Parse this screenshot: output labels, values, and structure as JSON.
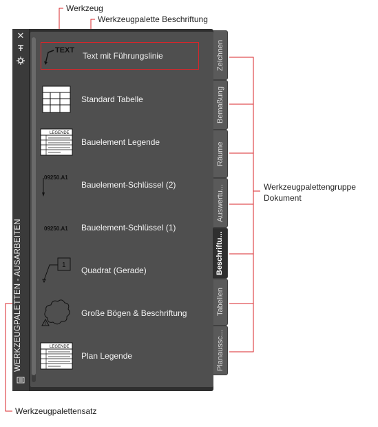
{
  "annotations": {
    "werkzeug": "Werkzeug",
    "palette": "Werkzeugpalette Beschriftung",
    "group_line1": "Werkzeugpalettengruppe",
    "group_line2": "Dokument",
    "set": "Werkzeugpalettensatz"
  },
  "palette": {
    "title": "WERKZEUGPALETTEN - AUSARBEITEN",
    "tools": [
      {
        "label": "Text mit Führungslinie",
        "icon": "leader-text-icon",
        "icon_text": "TEXT"
      },
      {
        "label": "Standard Tabelle",
        "icon": "table-icon"
      },
      {
        "label": "Bauelement Legende",
        "icon": "legend-icon",
        "icon_text": "LEGENDE"
      },
      {
        "label": "Bauelement-Schlüssel (2)",
        "icon": "keynote-leader-icon",
        "icon_text": "09250.A1"
      },
      {
        "label": "Bauelement-Schlüssel (1)",
        "icon": "keynote-icon",
        "icon_text": "09250.A1"
      },
      {
        "label": "Quadrat (Gerade)",
        "icon": "square-tag-icon",
        "icon_text": "1"
      },
      {
        "label": "Große Bögen & Beschriftung",
        "icon": "revision-cloud-icon"
      },
      {
        "label": "Plan Legende",
        "icon": "legend-icon",
        "icon_text": "LEGENDE"
      }
    ],
    "tabs": [
      "Zeichnen",
      "Bemaßung",
      "Räume",
      "Auswertu...",
      "Beschriftu...",
      "Tabellen",
      "Planaussc..."
    ],
    "active_tab": "Beschriftu..."
  },
  "colors": {
    "callout_red": "#d9252a",
    "panel_bg": "#4f4f4f",
    "frame_bg": "#2f2f2f"
  }
}
